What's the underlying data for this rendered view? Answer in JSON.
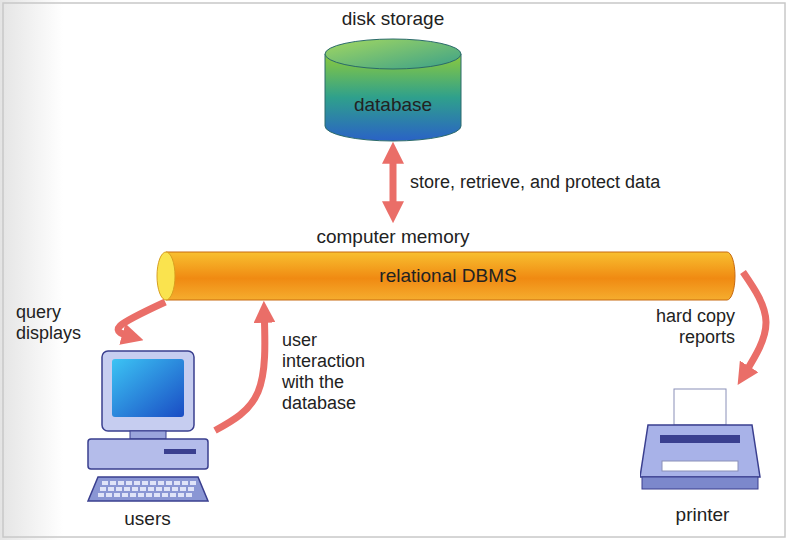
{
  "diagram": {
    "nodes": [
      {
        "text": [
          "disk storage",
          "database"
        ]
      },
      {
        "text": [
          "computer memory",
          "relational DBMS"
        ]
      },
      {
        "text": [
          "users"
        ]
      },
      {
        "text": [
          "printer"
        ]
      }
    ],
    "edges": [
      {
        "from": 0,
        "to": 1,
        "arrow": "both",
        "label": "store, retrieve, and protect data"
      },
      {
        "from": 1,
        "to": 2,
        "arrow": "to",
        "label": "query displays"
      },
      {
        "from": 2,
        "to": 1,
        "arrow": "to",
        "label": "user interaction with the database"
      },
      {
        "from": 1,
        "to": 3,
        "arrow": "to",
        "label": "hard copy reports"
      }
    ]
  }
}
